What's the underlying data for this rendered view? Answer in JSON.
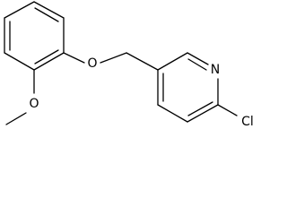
{
  "structure": {
    "atoms": {
      "oxygen_ether": "O",
      "oxygen_methoxy": "O",
      "nitrogen": "N",
      "chlorine": "Cl"
    }
  }
}
